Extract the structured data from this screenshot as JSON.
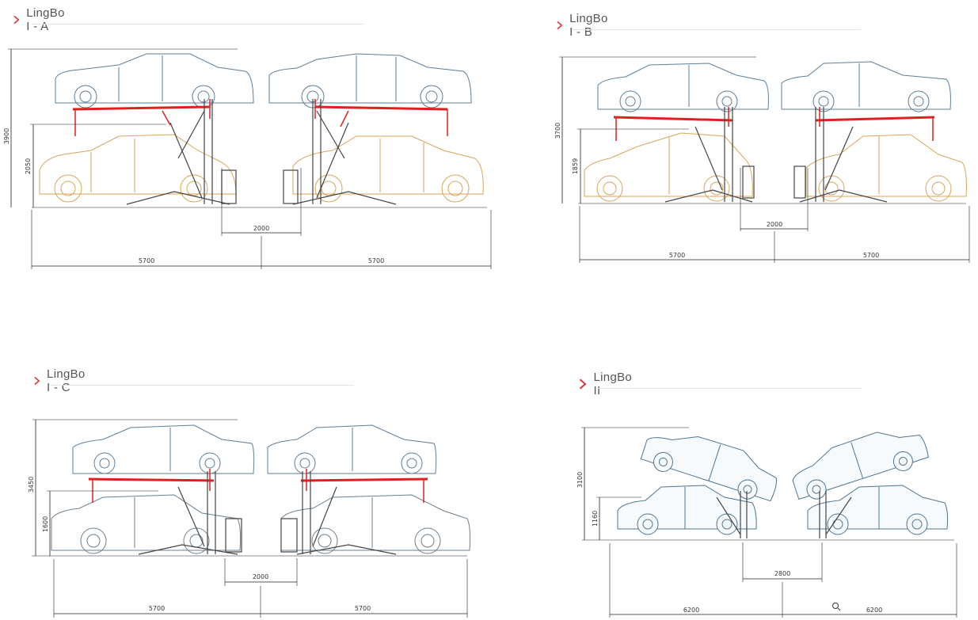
{
  "panels": [
    {
      "id": "a",
      "title": "LingBo I - A",
      "height_total": "3900",
      "height_lower": "2050",
      "gap": "2000",
      "width_left": "5700",
      "width_right": "5700"
    },
    {
      "id": "b",
      "title": "LingBo I - B",
      "height_total": "3700",
      "height_lower": "1859",
      "gap": "2000",
      "width_left": "5700",
      "width_right": "5700"
    },
    {
      "id": "c",
      "title": "LingBo I - C",
      "height_total": "3450",
      "height_lower": "1600",
      "gap": "2000",
      "width_left": "5700",
      "width_right": "5700"
    },
    {
      "id": "d",
      "title": "LingBo II",
      "height_total": "3100",
      "height_lower": "1160",
      "gap": "2800",
      "width_left": "6200",
      "width_right": "6200"
    }
  ],
  "colors": {
    "accent": "#d9343a",
    "lift": "#e02020",
    "upper_car": "#5e7e98",
    "lower_car": "#d8a65a"
  }
}
